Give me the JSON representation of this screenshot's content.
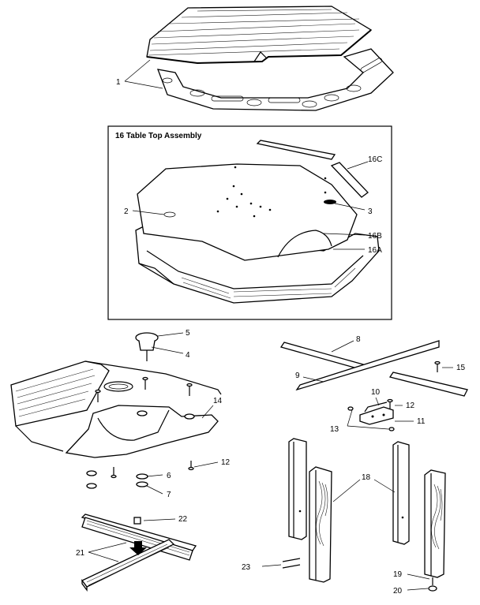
{
  "assembly_title": "16  Table Top Assembly",
  "labels": {
    "p1": "1",
    "p2": "2",
    "p3": "3",
    "p4": "4",
    "p5": "5",
    "p6": "6",
    "p7": "7",
    "p8": "8",
    "p9": "9",
    "p10": "10",
    "p11": "11",
    "p12a": "12",
    "p12b": "12",
    "p13": "13",
    "p14": "14",
    "p15": "15",
    "p16a": "16A",
    "p16b": "16B",
    "p16c": "16C",
    "p18": "18",
    "p19": "19",
    "p20": "20",
    "p21": "21",
    "p22": "22",
    "p23": "23"
  }
}
